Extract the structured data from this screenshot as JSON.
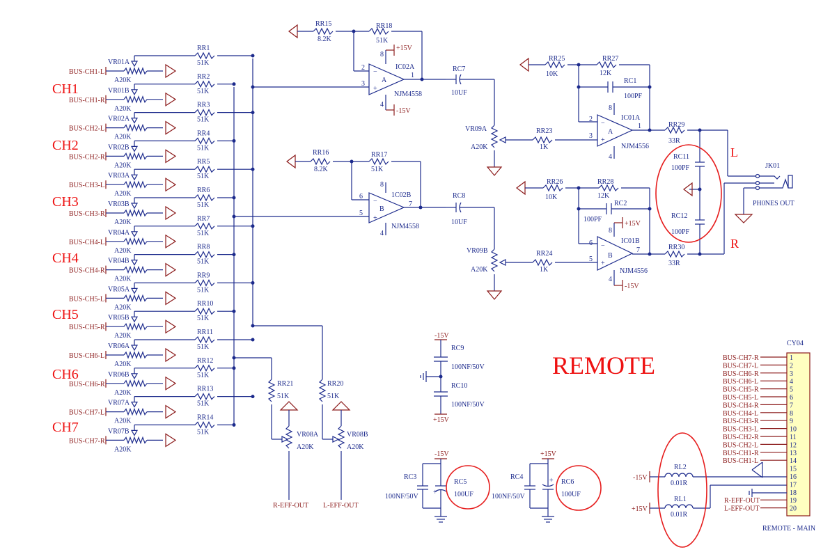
{
  "channels": [
    "CH1",
    "CH2",
    "CH3",
    "CH4",
    "CH5",
    "CH6",
    "CH7"
  ],
  "pot_rows": [
    {
      "bus": "BUS-CH1-L",
      "vr": "VR01A",
      "val": "A20K",
      "rr": "RR1",
      "rv": "51K"
    },
    {
      "bus": "BUS-CH1-R",
      "vr": "VR01B",
      "val": "A20K",
      "rr": "RR2",
      "rv": "51K"
    },
    {
      "bus": "BUS-CH2-L",
      "vr": "VR02A",
      "val": "A20K",
      "rr": "RR3",
      "rv": "51K"
    },
    {
      "bus": "BUS-CH2-R",
      "vr": "VR02B",
      "val": "A20K",
      "rr": "RR4",
      "rv": "51K"
    },
    {
      "bus": "BUS-CH3-L",
      "vr": "VR03A",
      "val": "A20K",
      "rr": "RR5",
      "rv": "51K"
    },
    {
      "bus": "BUS-CH3-R",
      "vr": "VR03B",
      "val": "A20K",
      "rr": "RR6",
      "rv": "51K"
    },
    {
      "bus": "BUS-CH4-L",
      "vr": "VR04A",
      "val": "A20K",
      "rr": "RR7",
      "rv": "51K"
    },
    {
      "bus": "BUS-CH4-R",
      "vr": "VR04B",
      "val": "A20K",
      "rr": "RR8",
      "rv": "51K"
    },
    {
      "bus": "BUS-CH5-L",
      "vr": "VR05A",
      "val": "A20K",
      "rr": "RR9",
      "rv": "51K"
    },
    {
      "bus": "BUS-CH5-R",
      "vr": "VR05B",
      "val": "A20K",
      "rr": "RR10",
      "rv": "51K"
    },
    {
      "bus": "BUS-CH6-L",
      "vr": "VR06A",
      "val": "A20K",
      "rr": "RR11",
      "rv": "51K"
    },
    {
      "bus": "BUS-CH6-R",
      "vr": "VR06B",
      "val": "A20K",
      "rr": "RR12",
      "rv": "51K"
    },
    {
      "bus": "BUS-CH7-L",
      "vr": "VR07A",
      "val": "A20K",
      "rr": "RR13",
      "rv": "51K"
    },
    {
      "bus": "BUS-CH7-R",
      "vr": "VR07B",
      "val": "A20K",
      "rr": "RR14",
      "rv": "51K"
    }
  ],
  "labels": {
    "rr15": "RR15",
    "rr15_v": "8.2K",
    "rr18": "RR18",
    "rr18_v": "51K",
    "rr16": "RR16",
    "rr16_v": "8.2K",
    "rr17": "RR17",
    "rr17_v": "51K",
    "ic02a": "IC02A",
    "ic02b": "1C02B",
    "njm4558": "NJM4558",
    "p15": "+15V",
    "m15": "-15V",
    "rc7": "RC7",
    "rc7_v": "10UF",
    "rc8": "RC8",
    "rc8_v": "10UF",
    "vr09a": "VR09A",
    "vr09b": "VR09B",
    "a20k": "A20K",
    "rr23": "RR23",
    "rr24": "RR24",
    "v1k": "1K",
    "rr25": "RR25",
    "rr26": "RR26",
    "v10k": "10K",
    "rr27": "RR27",
    "rr28": "RR28",
    "v12k": "12K",
    "rc1": "RC1",
    "rc2": "RC2",
    "v100pf": "100PF",
    "ic01a": "IC01A",
    "ic01b": "IC01B",
    "njm4556": "NJM4556",
    "rr29": "RR29",
    "rr30": "RR30",
    "v33r": "33R",
    "rc11": "RC11",
    "rc12": "RC12",
    "L": "L",
    "R": "R",
    "jk01": "JK01",
    "phones": "PH0NES OUT",
    "remote": "REMOTE",
    "rr21": "RR21",
    "rr20": "RR20",
    "v51k": "51K",
    "vr08a": "VR08A",
    "vr08b": "VR08B",
    "reff": "R-EFF-OUT",
    "leff": "L-EFF-OUT",
    "rc9": "RC9",
    "rc10": "RC10",
    "v100nf50": "100NF/50V",
    "rc3": "RC3",
    "rc4": "RC4",
    "rc5": "RC5",
    "rc6": "RC6",
    "v100uf": "100UF",
    "rl1": "RL1",
    "rl2": "RL2",
    "v001r": "0.01R",
    "pin1": "1",
    "pin2": "2",
    "pin3": "3",
    "pin4": "4",
    "pin5": "5",
    "pin6": "6",
    "pin7": "7",
    "pin8": "8",
    "cy04": "CY04",
    "remote_main": "REMOTE - MAIN"
  },
  "cy04_pins": [
    {
      "n": "1",
      "net": "BUS-CH7-R"
    },
    {
      "n": "2",
      "net": "BUS-CH7-L"
    },
    {
      "n": "3",
      "net": "BUS-CH6-R"
    },
    {
      "n": "4",
      "net": "BUS-CH6-L"
    },
    {
      "n": "5",
      "net": "BUS-CH5-R"
    },
    {
      "n": "6",
      "net": "BUS-CH5-L"
    },
    {
      "n": "7",
      "net": "BUS-CH4-R"
    },
    {
      "n": "8",
      "net": "BUS-CH4-L"
    },
    {
      "n": "9",
      "net": "BUS-CH3-R"
    },
    {
      "n": "10",
      "net": "BUS-CH3-L"
    },
    {
      "n": "11",
      "net": "BUS-CH2-R"
    },
    {
      "n": "12",
      "net": "BUS-CH2-L"
    },
    {
      "n": "13",
      "net": "BUS-CH1-R"
    },
    {
      "n": "14",
      "net": "BUS-CH1-L"
    },
    {
      "n": "15",
      "net": ""
    },
    {
      "n": "16",
      "net": "-15V"
    },
    {
      "n": "17",
      "net": ""
    },
    {
      "n": "18",
      "net": ""
    },
    {
      "n": "19",
      "net": "R-EFF-OUT"
    },
    {
      "n": "20",
      "net": "L-EFF-OUT"
    }
  ]
}
